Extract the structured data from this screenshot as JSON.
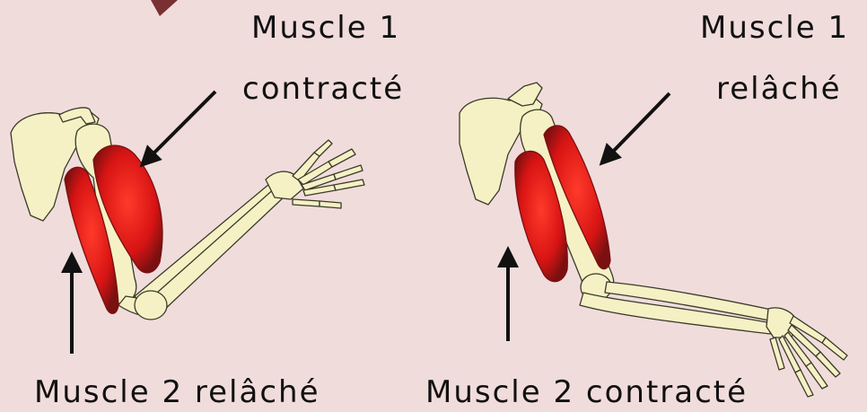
{
  "labels": {
    "left_top_line1": "Muscle 1",
    "left_top_line2": "contracté",
    "left_bottom": "Muscle 2 relâché",
    "right_top_line1": "Muscle 1",
    "right_top_line2": "relâché",
    "right_bottom": "Muscle 2 contracté"
  },
  "colors": {
    "background": "#f1dcdc",
    "bone": "#f5f1c4",
    "bone_outline": "#3a3a2a",
    "muscle": "#e01818",
    "muscle_dark": "#6b1010",
    "arrow": "#111111",
    "corner_mark": "#7a3030"
  }
}
